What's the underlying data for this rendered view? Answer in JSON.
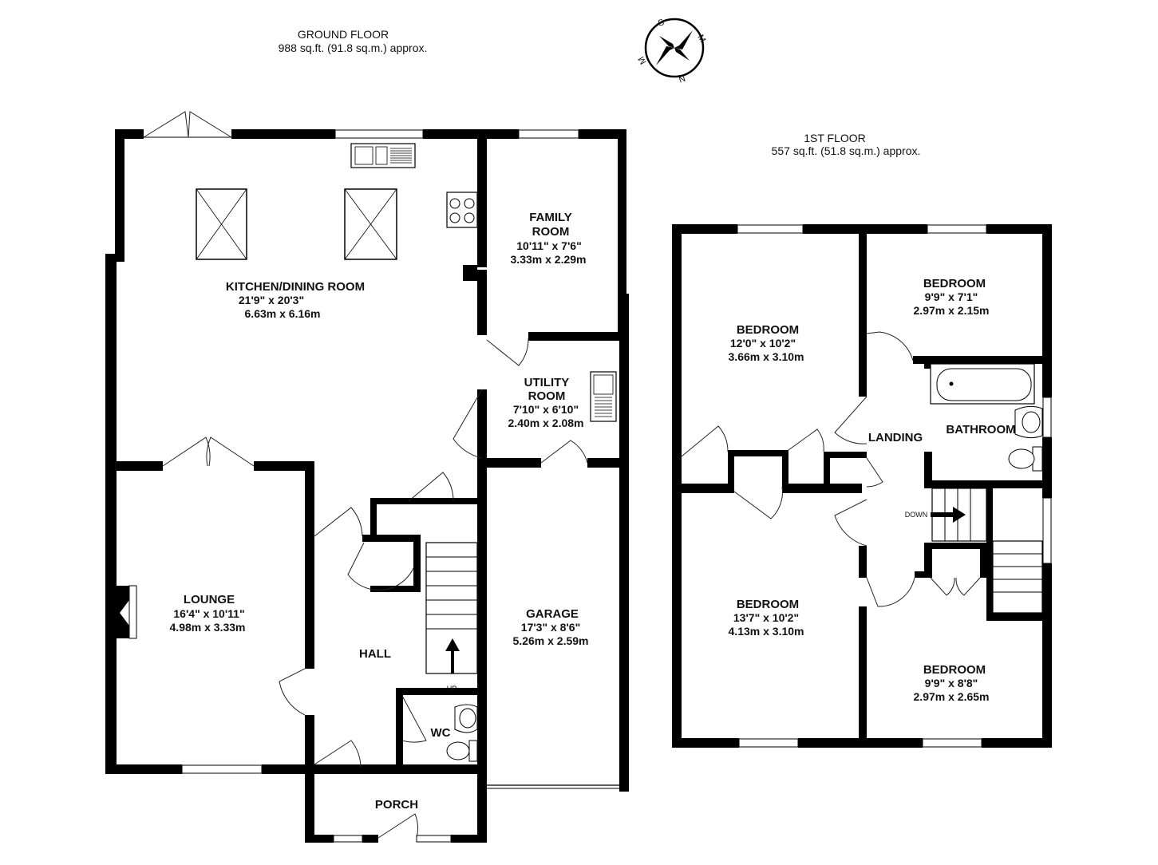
{
  "ground_floor": {
    "title": "GROUND FLOOR",
    "area": "988 sq.ft. (91.8 sq.m.) approx.",
    "rooms": [
      {
        "name": "KITCHEN/DINING ROOM",
        "dim_imperial": "21'9\"  x 20'3\"",
        "dim_metric": "6.63m  x 6.16m"
      },
      {
        "name_lines": [
          "FAMILY",
          "ROOM"
        ],
        "dim_imperial": "10'11\"  x 7'6\"",
        "dim_metric": "3.33m  x 2.29m"
      },
      {
        "name_lines": [
          "UTILITY",
          "ROOM"
        ],
        "dim_imperial": "7'10\"  x 6'10\"",
        "dim_metric": "2.40m  x 2.08m"
      },
      {
        "name": "LOUNGE",
        "dim_imperial": "16'4\"  x 10'11\"",
        "dim_metric": "4.98m  x 3.33m"
      },
      {
        "name": "GARAGE",
        "dim_imperial": "17'3\"  x 8'6\"",
        "dim_metric": "5.26m  x 2.59m"
      },
      {
        "name": "HALL"
      },
      {
        "name": "WC"
      },
      {
        "name": "PORCH"
      }
    ],
    "stair_label": "UP"
  },
  "first_floor": {
    "title": "1ST FLOOR",
    "area": "557 sq.ft. (51.8 sq.m.) approx.",
    "rooms": [
      {
        "name": "BEDROOM",
        "dim_imperial": "12'0\"  x 10'2\"",
        "dim_metric": "3.66m  x 3.10m"
      },
      {
        "name": "BEDROOM",
        "dim_imperial": "9'9\"  x 7'1\"",
        "dim_metric": "2.97m  x 2.15m"
      },
      {
        "name": "BEDROOM",
        "dim_imperial": "13'7\"  x 10'2\"",
        "dim_metric": "4.13m  x 3.10m"
      },
      {
        "name": "BEDROOM",
        "dim_imperial": "9'9\"  x 8'8\"",
        "dim_metric": "2.97m  x 2.65m"
      },
      {
        "name": "LANDING"
      },
      {
        "name": "BATHROOM"
      }
    ],
    "stair_label": "DOWN"
  },
  "compass": {
    "icon": "compass-icon",
    "letters": [
      "S",
      "M",
      "N",
      "M"
    ]
  }
}
